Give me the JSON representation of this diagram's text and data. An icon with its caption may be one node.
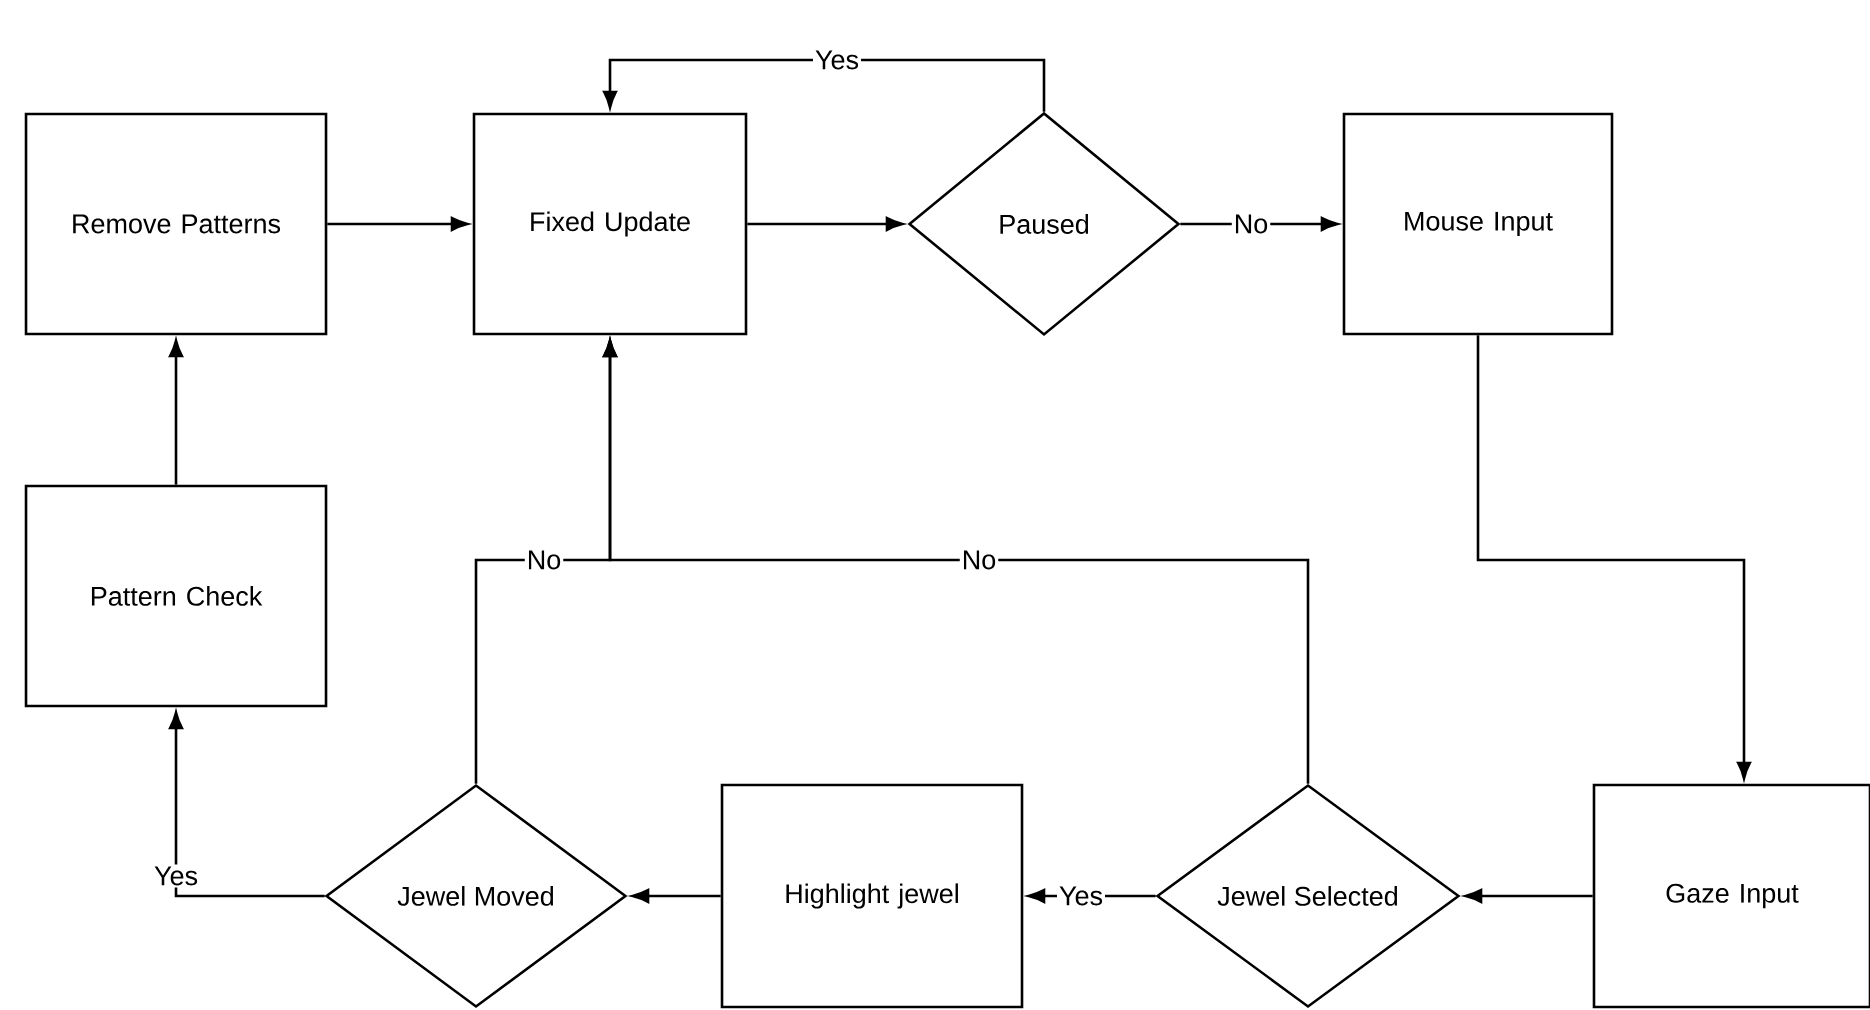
{
  "diagram": {
    "nodes": [
      {
        "text": [
          "Remove Patterns"
        ]
      },
      {
        "text": [
          "Fixed Update"
        ]
      },
      {
        "text": [
          "Paused"
        ]
      },
      {
        "text": [
          "Mouse Input"
        ]
      },
      {
        "text": [
          "Pattern Check"
        ]
      },
      {
        "text": [
          "Jewel Moved"
        ]
      },
      {
        "text": [
          "Highlight jewel"
        ]
      },
      {
        "text": [
          "Jewel Selected"
        ]
      },
      {
        "text": [
          "Gaze Input"
        ]
      }
    ],
    "edges": [
      {
        "from": 0,
        "to": 1,
        "arrow": "to"
      },
      {
        "from": 1,
        "to": 2,
        "arrow": "to"
      },
      {
        "from": 2,
        "to": 3,
        "arrow": "to",
        "label": "No"
      },
      {
        "from": 2,
        "to": 1,
        "arrow": "to",
        "label": "Yes"
      },
      {
        "from": 3,
        "to": 8,
        "arrow": "to"
      },
      {
        "from": 8,
        "to": 7,
        "arrow": "to"
      },
      {
        "from": 7,
        "to": 6,
        "arrow": "to",
        "label": "Yes"
      },
      {
        "from": 6,
        "to": 5,
        "arrow": "to"
      },
      {
        "from": 5,
        "to": 4,
        "arrow": "to",
        "label": "Yes"
      },
      {
        "from": 5,
        "to": 1,
        "arrow": "to",
        "label": "No"
      },
      {
        "from": 7,
        "to": 1,
        "arrow": "to",
        "label": "No"
      },
      {
        "from": 4,
        "to": 0,
        "arrow": "to"
      }
    ]
  }
}
